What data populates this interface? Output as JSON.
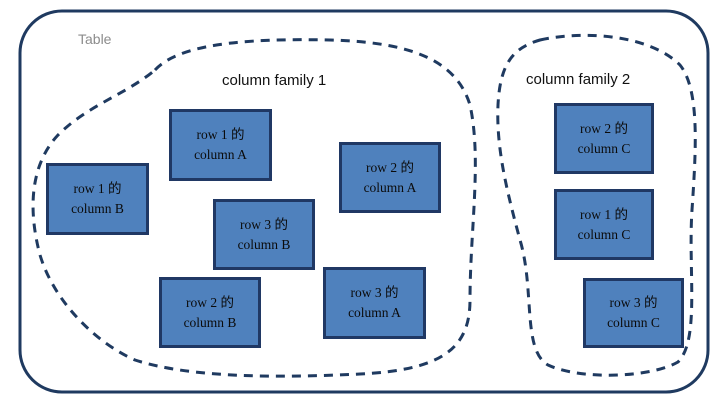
{
  "table": {
    "label": "Table"
  },
  "families": [
    {
      "label": "column family 1",
      "cells": [
        {
          "line1": "row 1  的",
          "line2": "column A"
        },
        {
          "line1": "row 2  的",
          "line2": "column A"
        },
        {
          "line1": "row 1  的",
          "line2": "column B"
        },
        {
          "line1": "row 3  的",
          "line2": "column B"
        },
        {
          "line1": "row 2  的",
          "line2": "column B"
        },
        {
          "line1": "row 3  的",
          "line2": "column A"
        }
      ]
    },
    {
      "label": "column family 2",
      "cells": [
        {
          "line1": "row 2  的",
          "line2": "column C"
        },
        {
          "line1": "row 1  的",
          "line2": "column C"
        },
        {
          "line1": "row 3  的",
          "line2": "column C"
        }
      ]
    }
  ],
  "colors": {
    "outline": "#1f3a60",
    "cell_fill": "#4f81bd",
    "cell_border": "#203864"
  }
}
